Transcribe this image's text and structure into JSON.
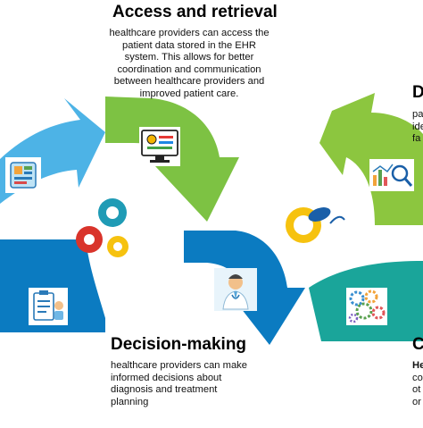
{
  "colors": {
    "arc_light_blue": "#4db3e6",
    "arc_light_green": "#7dc243",
    "arc_dark_blue": "#0b7bc1",
    "arc_bright_green": "#8cc63f",
    "arc_teal": "#1aa59a",
    "gear_teal": "#1f9bb5",
    "gear_red": "#d9342b",
    "gear_yellow": "#f6c20f"
  },
  "sections": {
    "access": {
      "title": "Access and retrieval",
      "lines": [
        "healthcare providers can access the",
        "patient data stored in the EHR",
        "system. This allows for better",
        "coordination and communication",
        "between healthcare providers and",
        "improved patient care."
      ],
      "icon": "computer-medical-records-icon"
    },
    "decision": {
      "title": "Decision-making",
      "lines": [
        "healthcare providers can make",
        "informed decisions about",
        "diagnosis and treatment",
        "planning"
      ],
      "icon": "doctor-icon"
    },
    "right_top": {
      "title": "D",
      "lines": [
        "pa",
        "ide",
        "fa"
      ],
      "icon": "data-analysis-icon"
    },
    "right_bottom": {
      "title": "C",
      "lines": [
        "He",
        "co",
        "ot",
        "or"
      ],
      "icon": "gear-cluster-icon"
    }
  },
  "icons": {
    "left_top": "ehr-tablet-icon",
    "left_bottom": "clipboard-doctor-icon",
    "center_left": "gears-icon",
    "center_right": "gear-pill-icon"
  }
}
